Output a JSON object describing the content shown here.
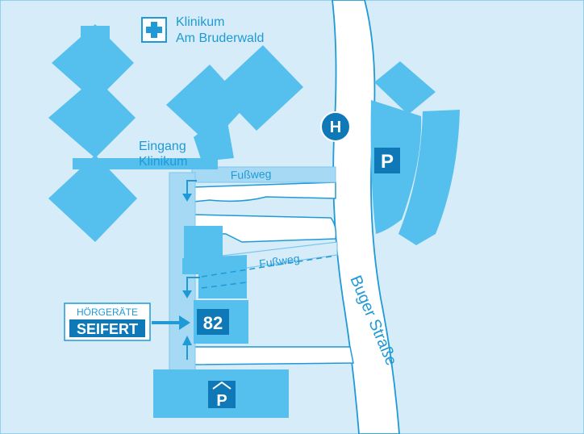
{
  "hospital": {
    "name_line1": "Klinikum",
    "name_line2": "Am Bruderwald",
    "icon": "medical-cross-icon"
  },
  "entrance": {
    "line1": "Eingang",
    "line2": "Klinikum"
  },
  "paths": {
    "upper": "Fußweg",
    "lower": "Fußweg"
  },
  "street": "Buger Straße",
  "bus_stop": {
    "symbol": "H",
    "icon": "bus-stop-icon"
  },
  "parking_main": {
    "symbol": "P",
    "icon": "parking-icon"
  },
  "parking_garage": {
    "symbol": "P",
    "icon": "covered-parking-icon"
  },
  "target_building": {
    "number": "82"
  },
  "store": {
    "line1": "HÖRGERÄTE",
    "line2": "SEIFERT"
  },
  "colors": {
    "background": "#d6ecf9",
    "building": "#55bfee",
    "path": "#a6daf4",
    "road": "#ffffff",
    "accent": "#1f9ad6",
    "dark": "#0f79b7"
  }
}
